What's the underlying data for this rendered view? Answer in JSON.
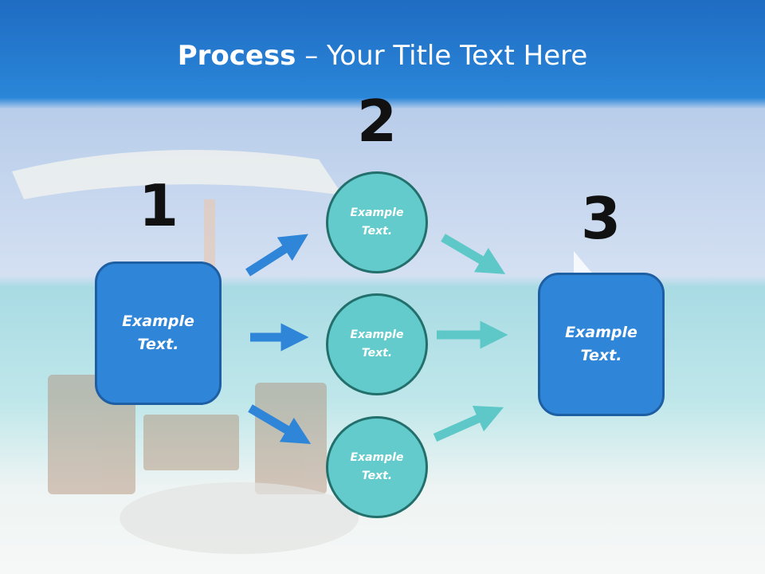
{
  "slide": {
    "title_bold": "Process",
    "title_rest": " – Your Title Text Here"
  },
  "steps": {
    "one": "1",
    "two": "2",
    "three": "3"
  },
  "left_box": {
    "line1": "Example",
    "line2": "Text."
  },
  "right_box": {
    "line1": "Example",
    "line2": "Text."
  },
  "circles": [
    {
      "line1": "Example",
      "line2": "Text."
    },
    {
      "line1": "Example",
      "line2": "Text."
    },
    {
      "line1": "Example",
      "line2": "Text."
    }
  ],
  "colors": {
    "header_blue": "#2479cf",
    "box_blue": "#2f85d8",
    "circle_teal": "#63cbcb",
    "arrow_blue": "#2f85d8",
    "arrow_teal": "#5ec8c8"
  }
}
